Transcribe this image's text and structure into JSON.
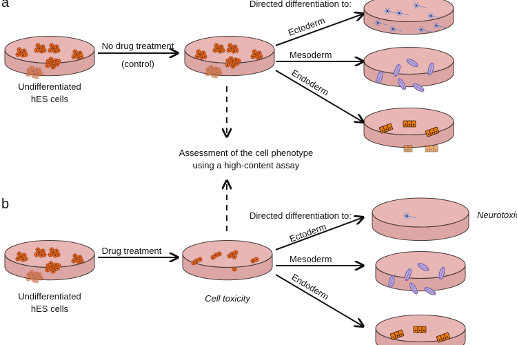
{
  "panel_a": {
    "letter": "a",
    "start_label_1": "Undifferentiated",
    "start_label_2": "hES cells",
    "treatment_label": "No drug treatment",
    "treatment_sublabel": "(control)",
    "directed_label": "Directed differentiation to:",
    "branches": [
      "Ectoderm",
      "Mesoderm",
      "Endoderm"
    ]
  },
  "center": {
    "assessment_line1": "Assessment of the cell phenotype",
    "assessment_line2": "using a high-content assay"
  },
  "panel_b": {
    "letter": "b",
    "start_label_1": "Undifferentiated",
    "start_label_2": "hES cells",
    "treatment_label": "Drug treatment",
    "middle_label": "Cell toxicity",
    "directed_label": "Directed differentiation to:",
    "branches": [
      "Ectoderm",
      "Mesoderm",
      "Endoderm"
    ],
    "outcome_label": "Neurotoxicity"
  },
  "colors": {
    "dish_fill": "#e8b7b5",
    "dish_stroke": "#4a3a3a",
    "stem_cell": "#e8651e",
    "neuron": "#6f86c9",
    "mesoderm_cell": "#6a5aa8",
    "endoderm_cell": "#e87a12"
  }
}
